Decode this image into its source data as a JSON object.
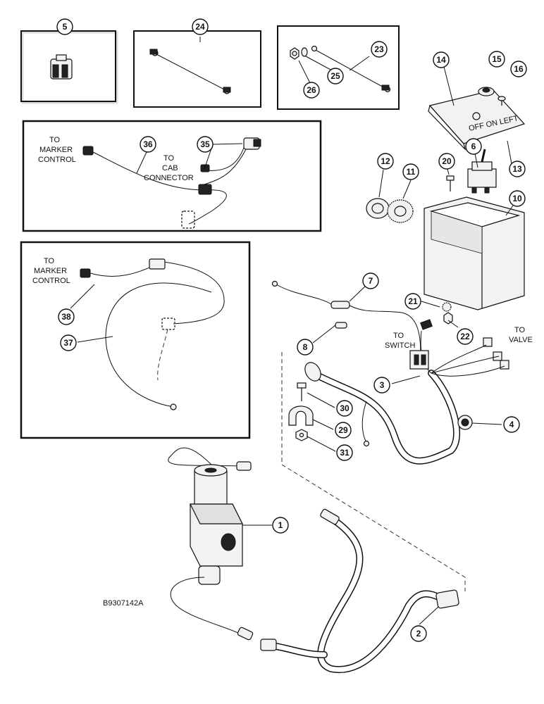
{
  "drawing_code": "B9307142A",
  "labels": {
    "to_marker_control_1": [
      "TO",
      "MARKER",
      "CONTROL"
    ],
    "to_cab_connector": [
      "TO",
      "CAB",
      "CONNECTOR"
    ],
    "to_marker_control_2": [
      "TO",
      "MARKER",
      "CONTROL"
    ],
    "to_switch": [
      "TO",
      "SWITCH"
    ],
    "to_valve": [
      "TO",
      "VALVE"
    ]
  },
  "callouts": [
    "5",
    "24",
    "23",
    "25",
    "26",
    "14",
    "15",
    "16",
    "13",
    "36",
    "35",
    "12",
    "11",
    "20",
    "6",
    "10",
    "7",
    "21",
    "22",
    "38",
    "37",
    "8",
    "3",
    "30",
    "29",
    "31",
    "4",
    "1",
    "2"
  ],
  "switch_plate_text": "OFF ON LEFT"
}
